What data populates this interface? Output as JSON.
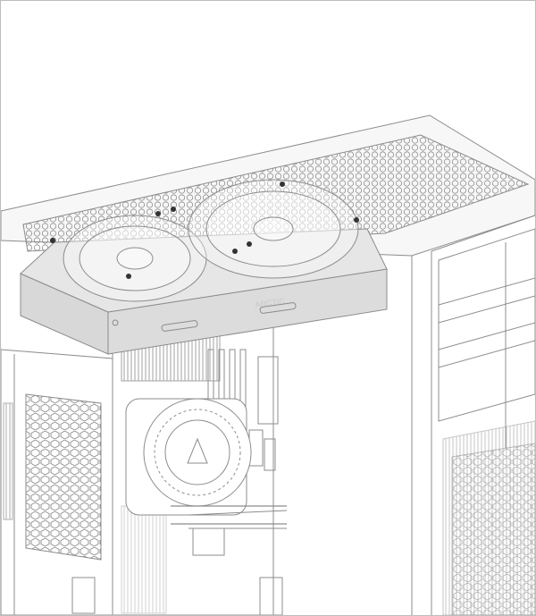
{
  "illustration": {
    "subject": "radiator-top-mount-installation",
    "logos": {
      "radiator": "ARCTIC",
      "pump": "ARCTIC"
    },
    "colors": {
      "line": "#8c8c8c",
      "radiator_fill": "#dcdcdc",
      "panel_fill": "#f4f4f4",
      "background": "#ffffff"
    }
  }
}
